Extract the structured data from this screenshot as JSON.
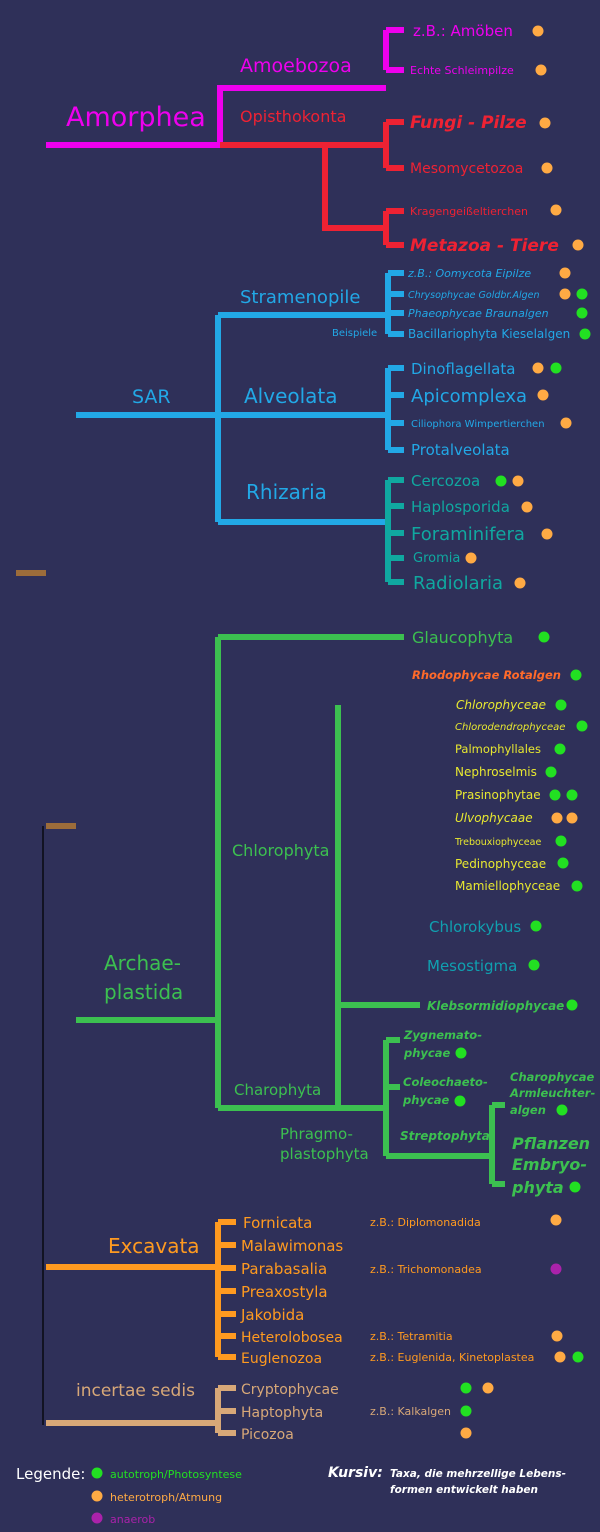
{
  "colors": {
    "background": "#2f3059",
    "amorphea": "#ee00ee",
    "opisthokonta": "#ee2233",
    "sar": "#22a8e6",
    "rhizaria": "#10a8a0",
    "archaeplastida": "#3cc050",
    "rhodo": "#ff6a2a",
    "chloro": "#dddd22",
    "teal": "#10a0b0",
    "excavata": "#ff9a20",
    "incertae": "#d8a878",
    "base": "#9c6c3a",
    "autotroph": "#22e022",
    "heterotroph": "#ffaa44",
    "anaerob": "#aa22aa"
  },
  "groups": {
    "amorphea": "Amorphea",
    "amoebozoa": "Amoebozoa",
    "opisthokonta": "Opisthokonta",
    "sar": "SAR",
    "stramenopile": "Stramenopile",
    "beispiele": "Beispiele",
    "alveolata": "Alveolata",
    "rhizaria": "Rhizaria",
    "archae_1": "Archae-",
    "archae_2": "plastida",
    "chlorophyta": "Chlorophyta",
    "charophyta": "Charophyta",
    "phragmo_1": "Phragmo-",
    "phragmo_2": "plastophyta",
    "streptophyta": "Streptophyta",
    "excavata": "Excavata",
    "incertae": "incertae sedis"
  },
  "taxa": {
    "amoeben": "z.B.: Amöben",
    "schleimpilze": "Echte Schleimpilze",
    "fungi": "Fungi - Pilze",
    "meso": "Mesomycetozoa",
    "kragen": "Kragengeißeltierchen",
    "metazoa": "Metazoa - Tiere",
    "oomy": "z.B.: Oomycota Eipilze",
    "chryso": "Chrysophycae Goldbr.Algen",
    "phaeo": "Phaeophycae Braunalgen",
    "bacill": "Bacillariophyta Kieselalgen",
    "dino": "Dinoflagellata",
    "apico": "Apicomplexa",
    "cilio": "Ciliophora Wimpertierchen",
    "protal": "Protalveolata",
    "cerco": "Cercozoa",
    "haplo": "Haplosporida",
    "forami": "Foraminifera",
    "gromia": "Gromia",
    "radio": "Radiolaria",
    "glauco": "Glaucophyta",
    "rhodo": "Rhodophycae Rotalgen",
    "chlorophyceae": "Chlorophyceae",
    "chlorodendro": "Chlorodendrophyceae",
    "palmo": "Palmophyllales",
    "nephro": "Nephroselmis",
    "prasino": "Prasinophytae",
    "ulvo": "Ulvophycaae",
    "trebou": "Trebouxiophyceae",
    "pedino": "Pedinophyceae",
    "mamiello": "Mamiellophyceae",
    "chlorokybus": "Chlorokybus",
    "mesostigma": "Mesostigma",
    "klebs": "Klebsormidiophycae",
    "zygnem_1": "Zygnemato-",
    "zygnem_2": "phycae",
    "coleo_1": "Coleochaeto-",
    "coleo_2": "phycae",
    "chara_1": "Charophycae",
    "chara_2": "Armleuchter-",
    "chara_3": "algen",
    "pflanzen_1": "Pflanzen",
    "pflanzen_2": "Embryo-",
    "pflanzen_3": "phyta",
    "fornicata": "Fornicata",
    "malawi": "Malawimonas",
    "parabasalia": "Parabasalia",
    "preaxo": "Preaxostyla",
    "jakobida": "Jakobida",
    "hetero": "Heterolobosea",
    "eugleno": "Euglenozoa",
    "crypto": "Cryptophycae",
    "hapto": "Haptophyta",
    "pico": "Picozoa"
  },
  "examples": {
    "diplo": "z.B.: Diplomonadida",
    "tricho": "z.B.: Trichomonadea",
    "tetra": "z.B.: Tetramitia",
    "eugl": "z.B.: Euglenida, Kinetoplastea",
    "kalk": "z.B.: Kalkalgen"
  },
  "legend": {
    "title": "Legende:",
    "autotroph": "autotroph/Photosyntese",
    "heterotroph": "heterotroph/Atmung",
    "anaerob": "anaerob",
    "kursiv_label": "Kursiv:",
    "kursiv_text_1": "Taxa, die mehrzellige Lebens-",
    "kursiv_text_2": "formen entwickelt haben"
  }
}
